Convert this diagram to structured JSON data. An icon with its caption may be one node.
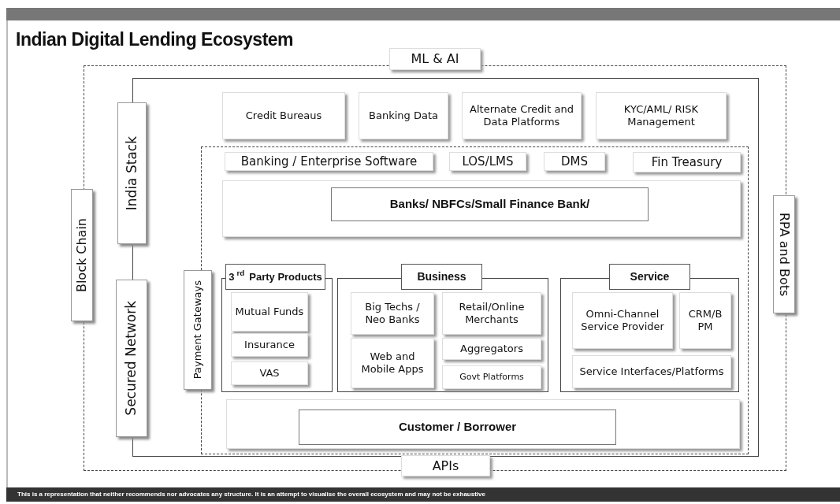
{
  "diagram": {
    "title": "Indian Digital Lending Ecosystem",
    "nodes": [
      {
        "text": [],
        "shape": "box"
      },
      {
        "text": [
          "ML & AI"
        ]
      },
      {
        "text": [
          "Block Chain"
        ]
      },
      {
        "text": [
          "RPA and Bots"
        ]
      },
      {
        "text": [
          "APIs"
        ]
      },
      {
        "text": [],
        "shape": "box",
        "in": 0
      },
      {
        "text": [
          "India Stack"
        ],
        "in": 0
      },
      {
        "text": [
          "Secured Network"
        ],
        "in": 0
      },
      {
        "text": [
          "Credit Bureaus"
        ],
        "in": 5
      },
      {
        "text": [
          "Banking Data"
        ],
        "in": 5
      },
      {
        "text": [
          "Alternate Credit and Data Platforms"
        ],
        "in": 5
      },
      {
        "text": [
          "KYC/AML/ RISK Management"
        ],
        "in": 5
      },
      {
        "text": [],
        "shape": "box",
        "in": 5
      },
      {
        "text": [
          "Payment Gateways"
        ],
        "in": 5
      },
      {
        "text": [
          "Banking / Enterprise Software"
        ],
        "in": 12
      },
      {
        "text": [
          "LOS/LMS"
        ],
        "in": 12
      },
      {
        "text": [
          "DMS"
        ],
        "in": 12
      },
      {
        "text": [
          "Fin Treasury"
        ],
        "in": 12
      },
      {
        "text": [],
        "shape": "box",
        "in": 12
      },
      {
        "text": [
          "Banks/ NBFCs/Small Finance Bank/"
        ],
        "in": 18
      },
      {
        "text": [
          "3$^{rd}$ Party Products"
        ],
        "in": 12
      },
      {
        "text": [
          "Mutual Funds"
        ],
        "in": 20
      },
      {
        "text": [
          "Insurance"
        ],
        "in": 20
      },
      {
        "text": [
          "VAS"
        ],
        "in": 20
      },
      {
        "text": [
          "Business"
        ],
        "in": 12
      },
      {
        "text": [
          "Big Techs / Neo Banks"
        ],
        "in": 24
      },
      {
        "text": [
          "Retail/Online Merchants"
        ],
        "in": 24
      },
      {
        "text": [
          "Web and Mobile Apps"
        ],
        "in": 24
      },
      {
        "text": [
          "Aggregators"
        ],
        "in": 24
      },
      {
        "text": [
          "Govt Platforms"
        ],
        "in": 24
      },
      {
        "text": [
          "Service"
        ],
        "in": 12
      },
      {
        "text": [
          "Omni-Channel Service Provider"
        ],
        "in": 30
      },
      {
        "text": [
          "CRM/B PM"
        ],
        "in": 30
      },
      {
        "text": [
          "Service Interfaces/Platforms"
        ],
        "in": 30
      },
      {
        "text": [],
        "shape": "box",
        "in": 12
      },
      {
        "text": [
          "Customer / Borrower"
        ],
        "in": 34
      }
    ],
    "labels": [
      "This is a representation that neither recommends nor advocates any structure. It is an attempt to visualise the overall ecosystem and may not be exhaustive"
    ]
  }
}
